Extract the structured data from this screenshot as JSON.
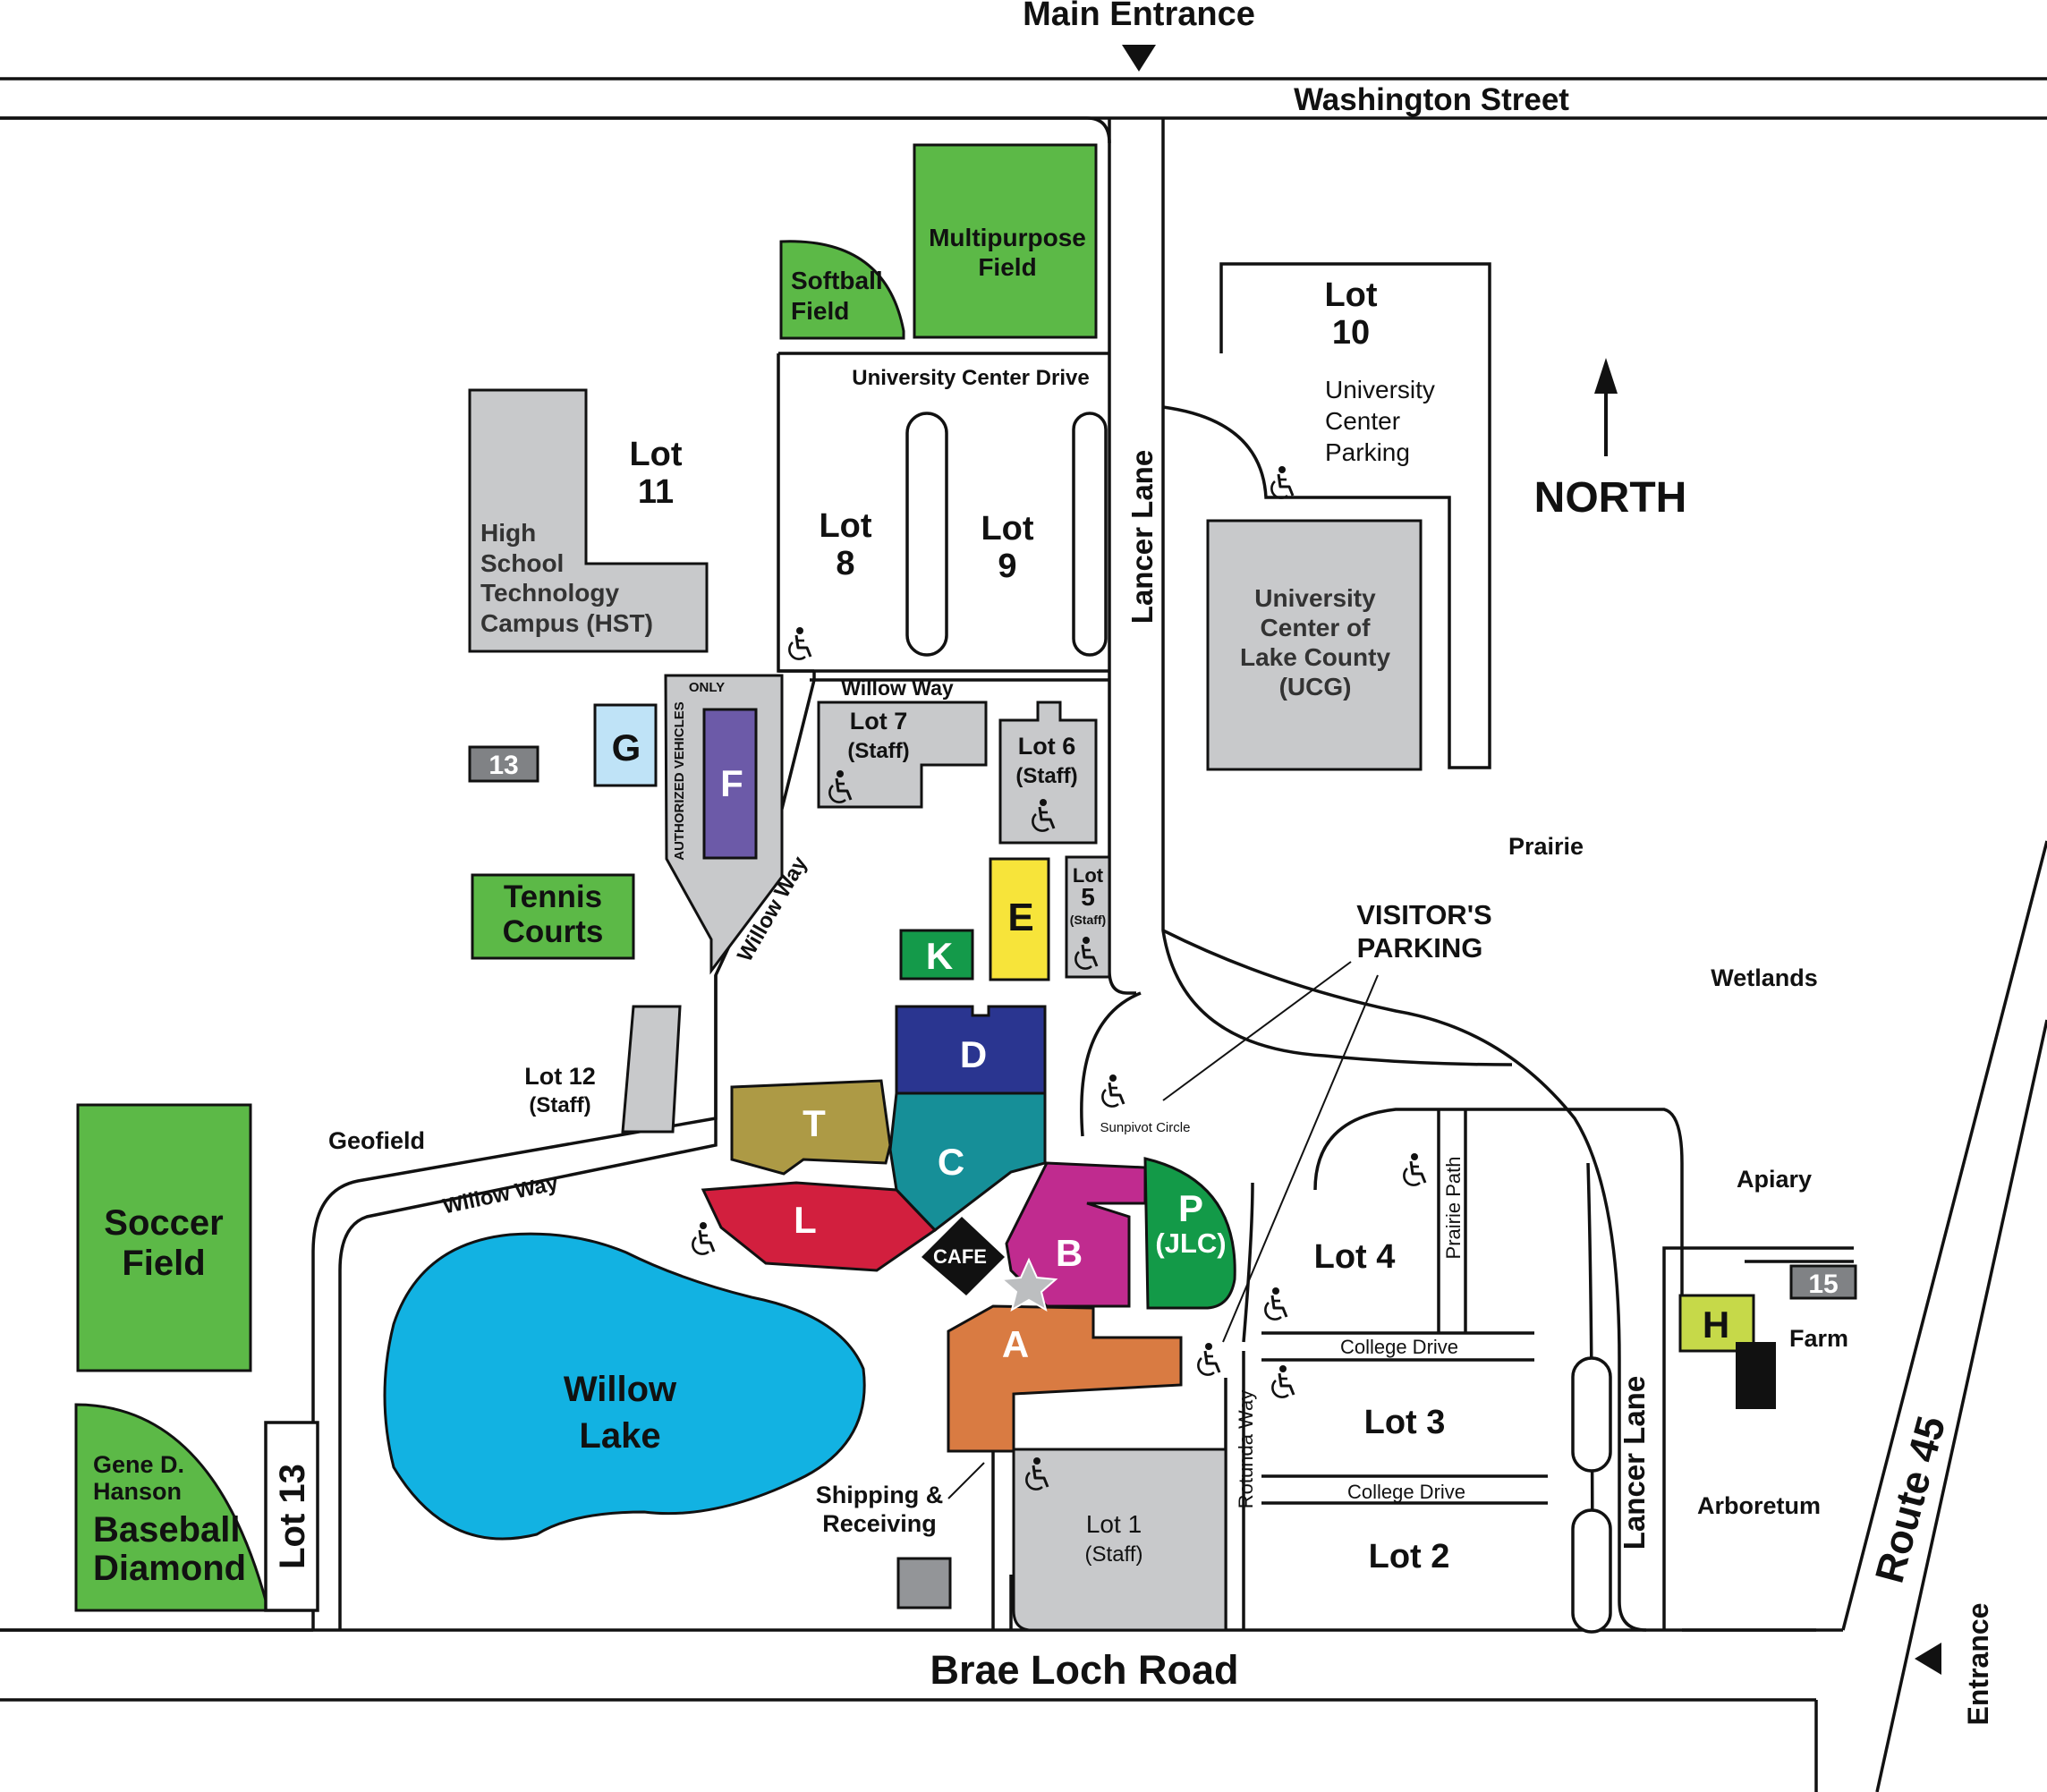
{
  "roads": {
    "main_entrance": "Main Entrance",
    "washington_street": "Washington Street",
    "university_center_drive": "University Center Drive",
    "lancer_lane_north": "Lancer Lane",
    "lancer_lane_south": "Lancer Lane",
    "willow_way_north": "Willow Way",
    "willow_way_diag": "Willow Way",
    "willow_way_south": "Willow Way",
    "authorized_vehicles": "AUTHORIZED VEHICLES",
    "only": "ONLY",
    "sunpivot_circle": "Sunpivot Circle",
    "prairie_path": "Prairie Path",
    "college_drive_1": "College Drive",
    "college_drive_2": "College Drive",
    "rotunda_way": "Rotunda Way",
    "brae_loch_road": "Brae Loch Road",
    "route_45": "Route 45",
    "entrance": "Entrance",
    "north": "NORTH"
  },
  "areas": {
    "prairie": "Prairie",
    "wetlands": "Wetlands",
    "apiary": "Apiary",
    "farm": "Farm",
    "arboretum": "Arboretum",
    "geofield": "Geofield",
    "visitors_parking_1": "VISITOR'S",
    "visitors_parking_2": "PARKING",
    "shipping_1": "Shipping &",
    "shipping_2": "Receiving"
  },
  "buildings": {
    "A": "A",
    "B": "B",
    "C": "C",
    "D": "D",
    "E": "E",
    "F": "F",
    "G": "G",
    "H": "H",
    "K": "K",
    "L": "L",
    "T": "T",
    "P_1": "P",
    "P_2": "(JLC)",
    "cafe": "CAFE",
    "ucg_1": "University",
    "ucg_2": "Center of",
    "ucg_3": "Lake County",
    "ucg_4": "(UCG)",
    "hst_1": "High",
    "hst_2": "School",
    "hst_3": "Technology",
    "hst_4": "Campus (HST)",
    "box_13": "13",
    "box_15": "15"
  },
  "fields": {
    "softball_1": "Softball",
    "softball_2": "Field",
    "multipurpose_1": "Multipurpose",
    "multipurpose_2": "Field",
    "tennis_1": "Tennis",
    "tennis_2": "Courts",
    "soccer_1": "Soccer",
    "soccer_2": "Field",
    "baseball_1": "Gene D.",
    "baseball_2": "Hanson",
    "baseball_3": "Baseball",
    "baseball_4": "Diamond",
    "willow_lake_1": "Willow",
    "willow_lake_2": "Lake"
  },
  "lots": {
    "lot1_1": "Lot 1",
    "lot1_2": "(Staff)",
    "lot2": "Lot 2",
    "lot3": "Lot 3",
    "lot4": "Lot 4",
    "lot5_1": "Lot",
    "lot5_2": "5",
    "lot5_3": "(Staff)",
    "lot6_1": "Lot 6",
    "lot6_2": "(Staff)",
    "lot7_1": "Lot 7",
    "lot7_2": "(Staff)",
    "lot8_1": "Lot",
    "lot8_2": "8",
    "lot9_1": "Lot",
    "lot9_2": "9",
    "lot10_1": "Lot",
    "lot10_2": "10",
    "lot10_3": "University",
    "lot10_4": "Center",
    "lot10_5": "Parking",
    "lot11_1": "Lot",
    "lot11_2": "11",
    "lot12_1": "Lot 12",
    "lot12_2": "(Staff)",
    "lot13": "Lot 13"
  },
  "icons": {
    "handicap": "wheelchair-accessible-icon",
    "north_arrow": "north-arrow-icon",
    "star": "you-are-here-star-icon"
  },
  "colors": {
    "field_green": "#5cb947",
    "lake_blue": "#12b2e2",
    "lot_gray": "#d1d3d4",
    "A": "#d97b42",
    "B": "#c02b8f",
    "C": "#168f98",
    "D": "#2a3590",
    "E": "#f7e43a",
    "F": "#6c5aa8",
    "G": "#bfe3f7",
    "H": "#c6d949",
    "K": "#149a4a",
    "L": "#d21f3e",
    "P": "#139a48",
    "T": "#ad9a45"
  }
}
